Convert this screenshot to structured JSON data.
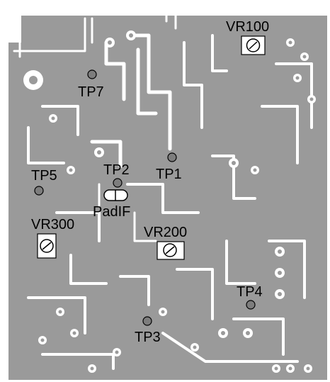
{
  "diagram": {
    "background_color": "#9a9a9a",
    "trace_color": "#ffffff",
    "testpoints": [
      {
        "id": "tp7",
        "label": "TP7"
      },
      {
        "id": "tp2",
        "label": "TP2"
      },
      {
        "id": "tp1",
        "label": "TP1"
      },
      {
        "id": "tp5",
        "label": "TP5"
      },
      {
        "id": "tp4",
        "label": "TP4"
      },
      {
        "id": "tp3",
        "label": "TP3"
      }
    ],
    "trimmers": [
      {
        "id": "vr100",
        "label": "VR100"
      },
      {
        "id": "vr300",
        "label": "VR300"
      },
      {
        "id": "vr200",
        "label": "VR200"
      }
    ],
    "pads": [
      {
        "id": "padif",
        "label": "PadIF"
      }
    ]
  }
}
